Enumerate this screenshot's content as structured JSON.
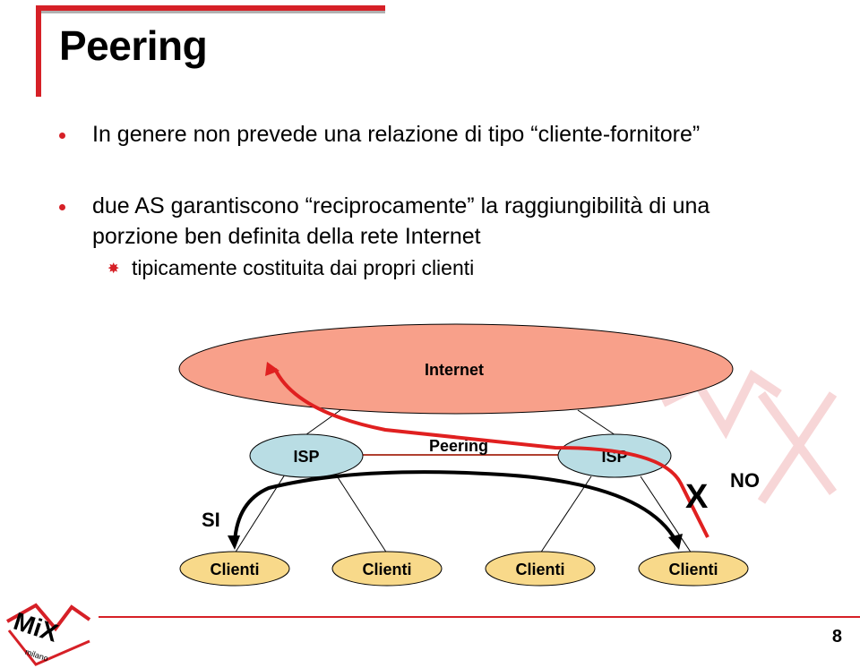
{
  "slide": {
    "title": "Peering",
    "bullets": [
      "In genere non prevede una relazione di tipo “cliente-fornitore”",
      "due AS garantiscono “reciprocamente” la raggiungibilità di una",
      "porzione ben definita della rete Internet"
    ],
    "sub_bullet": "tipicamente costituita dai propri clienti",
    "page_number": "8"
  },
  "diagram": {
    "internet_label": "Internet",
    "isp_left_label": "ISP",
    "isp_right_label": "ISP",
    "peering_label": "Peering",
    "clienti_labels": [
      "Clienti",
      "Clienti",
      "Clienti",
      "Clienti"
    ],
    "si_label": "SI",
    "no_label": "NO",
    "x_mark": "X",
    "colors": {
      "internet_fill": "#f8a08a",
      "isp_fill": "#b9dde4",
      "clienti_fill": "#f8d98a",
      "red_path": "#e02020",
      "black_path": "#000000",
      "peering_line": "#b04030",
      "accent": "#d62027"
    }
  },
  "logo": {
    "text": "MiX",
    "subtext": "milano"
  }
}
